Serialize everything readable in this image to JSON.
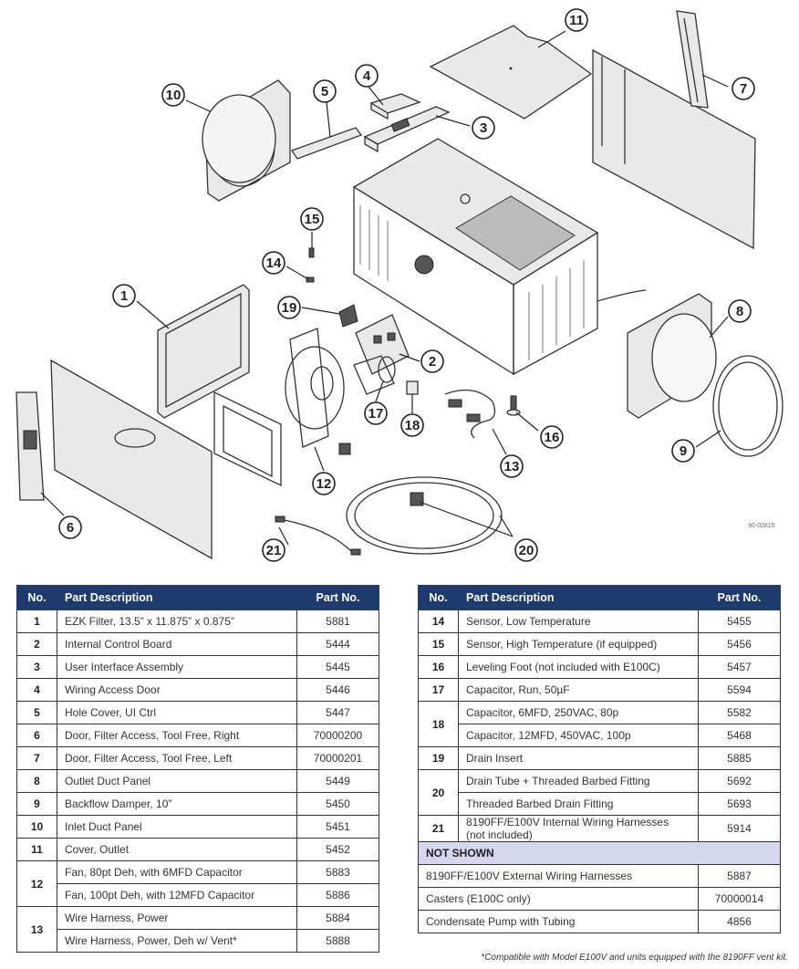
{
  "diagram": {
    "drawing_code": "90-02815",
    "callouts": [
      "1",
      "2",
      "3",
      "4",
      "5",
      "6",
      "7",
      "8",
      "9",
      "10",
      "11",
      "12",
      "13",
      "14",
      "15",
      "16",
      "17",
      "18",
      "19",
      "20",
      "21"
    ]
  },
  "table_headers": {
    "no": "No.",
    "description": "Part Description",
    "part_no": "Part No."
  },
  "left_table": [
    {
      "no": "1",
      "rows": [
        {
          "description": "EZK Filter, 13.5” x 11.875” x 0.875”",
          "part_no": "5881"
        }
      ]
    },
    {
      "no": "2",
      "rows": [
        {
          "description": "Internal Control Board",
          "part_no": "5444"
        }
      ]
    },
    {
      "no": "3",
      "rows": [
        {
          "description": "User Interface Assembly",
          "part_no": "5445"
        }
      ]
    },
    {
      "no": "4",
      "rows": [
        {
          "description": "Wiring Access Door",
          "part_no": "5446"
        }
      ]
    },
    {
      "no": "5",
      "rows": [
        {
          "description": "Hole Cover, UI Ctrl",
          "part_no": "5447"
        }
      ]
    },
    {
      "no": "6",
      "rows": [
        {
          "description": "Door, Filter Access, Tool Free, Right",
          "part_no": "70000200"
        }
      ]
    },
    {
      "no": "7",
      "rows": [
        {
          "description": "Door, Filter Access, Tool Free, Left",
          "part_no": "70000201"
        }
      ]
    },
    {
      "no": "8",
      "rows": [
        {
          "description": "Outlet Duct Panel",
          "part_no": "5449"
        }
      ]
    },
    {
      "no": "9",
      "rows": [
        {
          "description": "Backflow Damper, 10”",
          "part_no": "5450"
        }
      ]
    },
    {
      "no": "10",
      "rows": [
        {
          "description": "Inlet Duct Panel",
          "part_no": "5451"
        }
      ]
    },
    {
      "no": "11",
      "rows": [
        {
          "description": "Cover, Outlet",
          "part_no": "5452"
        }
      ]
    },
    {
      "no": "12",
      "rows": [
        {
          "description": "Fan, 80pt Deh, with 6MFD Capacitor",
          "part_no": "5883"
        },
        {
          "description": "Fan, 100pt Deh, with 12MFD Capacitor",
          "part_no": "5886"
        }
      ]
    },
    {
      "no": "13",
      "rows": [
        {
          "description": "Wire Harness, Power",
          "part_no": "5884"
        },
        {
          "description": "Wire Harness, Power, Deh w/ Vent*",
          "part_no": "5888"
        }
      ]
    }
  ],
  "right_table": [
    {
      "no": "14",
      "rows": [
        {
          "description": "Sensor, Low Temperature",
          "part_no": "5455"
        }
      ]
    },
    {
      "no": "15",
      "rows": [
        {
          "description": "Sensor, High Temperature (if equipped)",
          "part_no": "5456"
        }
      ]
    },
    {
      "no": "16",
      "rows": [
        {
          "description": "Leveling Foot (not included with E100C)",
          "part_no": "5457"
        }
      ]
    },
    {
      "no": "17",
      "rows": [
        {
          "description": "Capacitor, Run, 50µF",
          "part_no": "5594"
        }
      ]
    },
    {
      "no": "18",
      "rows": [
        {
          "description": "Capacitor, 6MFD, 250VAC, 80p",
          "part_no": "5582"
        },
        {
          "description": "Capacitor, 12MFD, 450VAC, 100p",
          "part_no": "5468"
        }
      ]
    },
    {
      "no": "19",
      "rows": [
        {
          "description": "Drain Insert",
          "part_no": "5885"
        }
      ]
    },
    {
      "no": "20",
      "rows": [
        {
          "description": "Drain Tube + Threaded Barbed Fitting",
          "part_no": "5692"
        },
        {
          "description": "Threaded Barbed Drain Fitting",
          "part_no": "5693"
        }
      ]
    },
    {
      "no": "21",
      "rows": [
        {
          "description": "8190FF/E100V Internal Wiring Harnesses (not included)",
          "part_no": "5914"
        }
      ]
    }
  ],
  "not_shown": {
    "heading": "NOT SHOWN",
    "rows": [
      {
        "description": "8190FF/E100V External Wiring Harnesses",
        "part_no": "5887"
      },
      {
        "description": "Casters (E100C only)",
        "part_no": "70000014"
      },
      {
        "description": "Condensate Pump with Tubing",
        "part_no": "4856"
      }
    ]
  },
  "footnote": "*Compatible with Model E100V and units equipped with the 8190FF vent kit.",
  "colors": {
    "header_bg": "#1f3b6e",
    "section_bg": "#d4d7ee",
    "border": "#333333"
  }
}
